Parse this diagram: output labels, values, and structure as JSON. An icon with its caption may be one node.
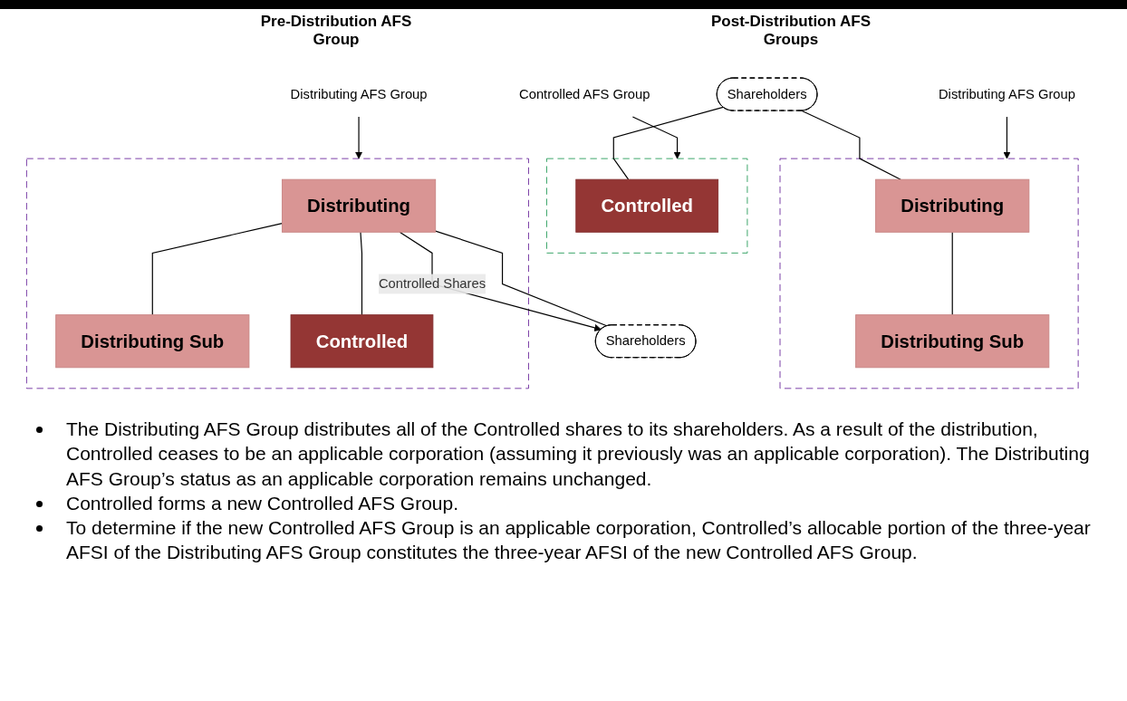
{
  "diagram": {
    "nodes": [
      {
        "text": [
          "Shareholders"
        ]
      },
      {
        "text": [
          "Distributing AFS Group"
        ]
      },
      {
        "text": [],
        "shape": "box"
      },
      {
        "text": [
          "Distributing"
        ],
        "in": 2
      },
      {
        "text": [
          "Distributing Sub"
        ],
        "in": 2
      },
      {
        "text": [
          "Controlled"
        ],
        "in": 2
      },
      {
        "text": [
          "Shareholders"
        ]
      },
      {
        "text": [
          "Distributing AFS Group"
        ]
      },
      {
        "text": [],
        "shape": "box"
      },
      {
        "text": [
          "Distributing"
        ],
        "in": 8
      },
      {
        "text": [
          "Distributing Sub"
        ],
        "in": 8
      },
      {
        "text": [
          "Controlled AFS Group"
        ]
      },
      {
        "text": [],
        "shape": "box"
      },
      {
        "text": [
          "Controlled"
        ],
        "in": 12
      }
    ],
    "edges": [
      {
        "from": 0,
        "to": 3,
        "arrow": "none"
      },
      {
        "from": 3,
        "to": 0,
        "arrow": "to",
        "label": "Controlled Shares"
      },
      {
        "from": 3,
        "to": 4,
        "arrow": "none"
      },
      {
        "from": 3,
        "to": 5,
        "arrow": "none"
      },
      {
        "from": 1,
        "to": 2,
        "arrow": "to"
      },
      {
        "from": 6,
        "to": 9,
        "arrow": "none"
      },
      {
        "from": 6,
        "to": 13,
        "arrow": "none"
      },
      {
        "from": 9,
        "to": 10,
        "arrow": "none"
      },
      {
        "from": 7,
        "to": 8,
        "arrow": "to"
      },
      {
        "from": 11,
        "to": 12,
        "arrow": "to"
      }
    ],
    "labels": [
      "Pre-Distribution AFS Group",
      "Post-Distribution AFS Groups",
      "The Distributing AFS Group distributes all of the Controlled shares to its shareholders. As a result of the distribution, Controlled ceases to be an applicable corporation (assuming it previously was an applicable corporation). The Distributing AFS Group’s status as an applicable corporation remains unchanged.",
      "Controlled forms a new Controlled AFS Group.",
      "To determine if the new Controlled AFS Group is an applicable corporation, Controlled’s allocable portion of the three-year AFSI of the Distributing AFS Group constitutes the three-year AFSI of the new Controlled AFS Group."
    ]
  }
}
